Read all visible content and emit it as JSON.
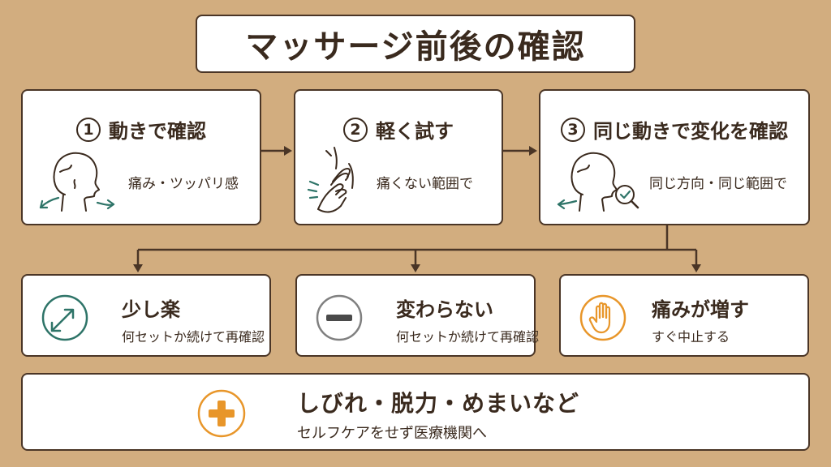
{
  "title": "マッサージ前後の確認",
  "steps": [
    {
      "number": "1",
      "label": "動きで確認",
      "desc": "痛み・ツッパリ感"
    },
    {
      "number": "2",
      "label": "軽く試す",
      "desc": "痛くない範囲で"
    },
    {
      "number": "3",
      "label": "同じ動きで変化を確認",
      "desc": "同じ方向・同じ範囲で"
    }
  ],
  "results": [
    {
      "title": "少し楽",
      "desc": "何セットか続けて再確認",
      "icon": "diagonal-arrows-icon",
      "color": "#2e7468"
    },
    {
      "title": "変わらない",
      "desc": "何セットか続けて再確認",
      "icon": "minus-circle-icon",
      "color": "#808080"
    },
    {
      "title": "痛みが増す",
      "desc": "すぐ中止する",
      "icon": "stop-hand-icon",
      "color": "#e8962a"
    }
  ],
  "warning": {
    "title": "しびれ・脱力・めまいなど",
    "desc": "セルフケアをせず医療機関へ",
    "icon": "medical-cross-icon",
    "color": "#e8962a"
  },
  "colors": {
    "background": "#d2ad7f",
    "border": "#4a3526",
    "teal": "#2e7468"
  }
}
